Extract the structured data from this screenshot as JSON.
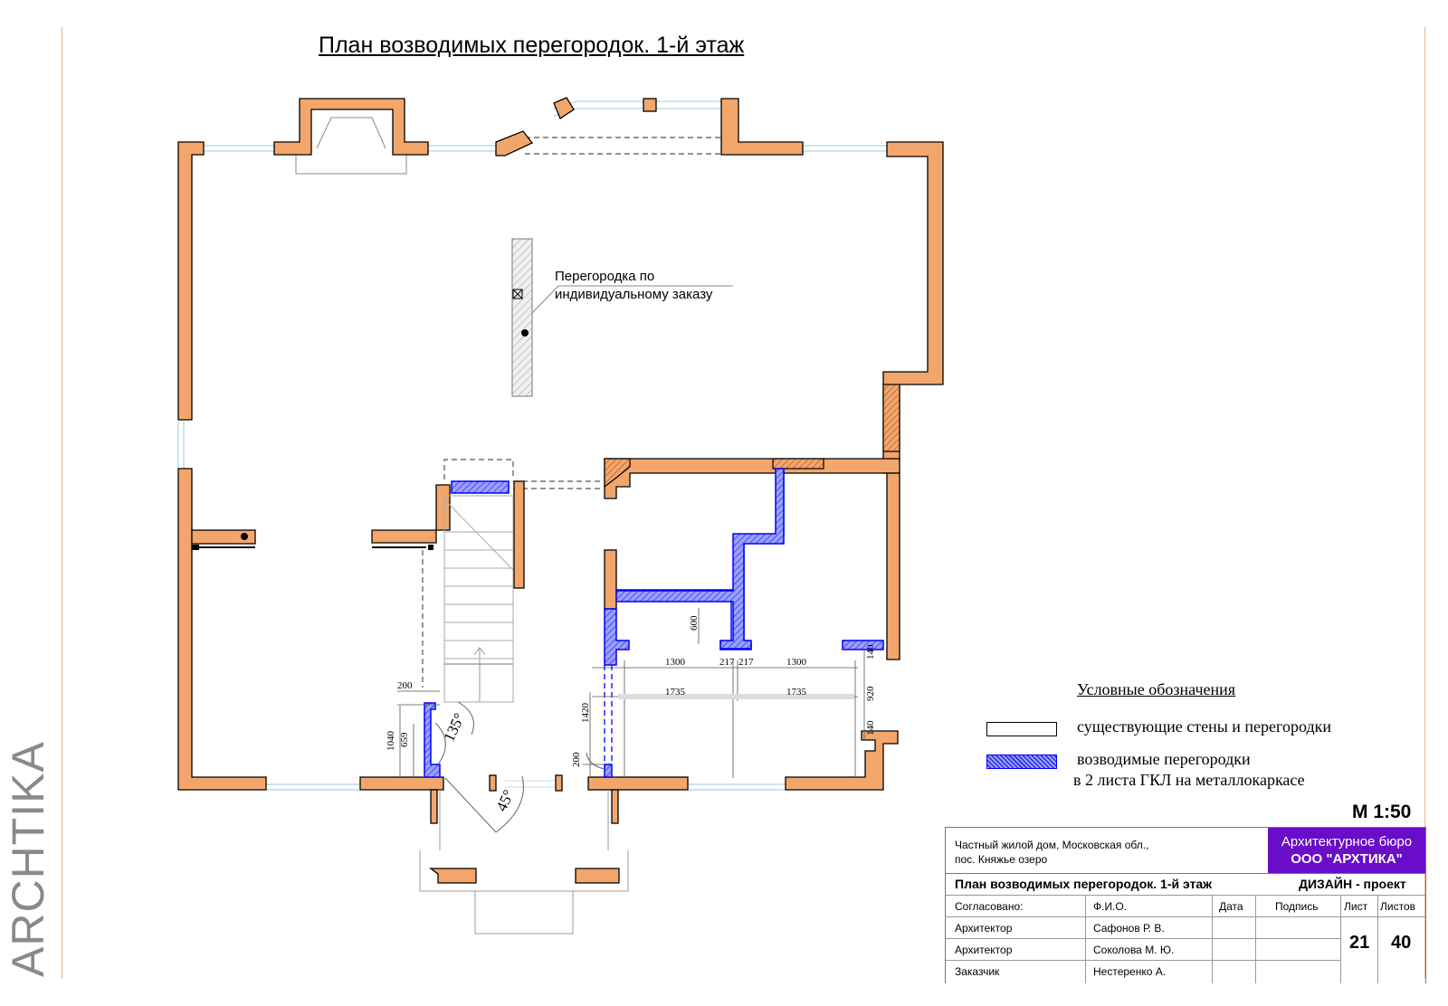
{
  "sheet": {
    "title": "План возводимых перегородок. 1-й этаж",
    "vertical_logo": "ARCHTIKA",
    "scale": "М  1:50"
  },
  "plan": {
    "note_line1": "Перегородка по",
    "note_line2": "индивидуальному заказу",
    "dimensions": {
      "d1300a": "1300",
      "d217a": "217",
      "d217b": "217",
      "d1300b": "1300",
      "d1735a": "1735",
      "d1735b": "1735",
      "d600": "600",
      "d140a": "140",
      "d920": "920",
      "d140b": "140",
      "d200a": "200",
      "d1040": "1040",
      "d659": "659",
      "d1420": "1420",
      "d200b": "200"
    },
    "angles": {
      "a135": "135°",
      "a45": "45°"
    }
  },
  "legend": {
    "title": "Условные обозначения",
    "existing": "существующие стены и перегородки",
    "new_line1": "возводимые перегородки",
    "new_line2": "в 2 листа ГКЛ на металлокаркасе"
  },
  "colors": {
    "wall": "#f2a66b",
    "new_partition": "#0000ff",
    "bureau_bg": "#6a0dc8"
  },
  "title_block": {
    "project_line1": "Частный жилой дом, Московская обл.,",
    "project_line2": "пос. Княжье озеро",
    "bureau_line1": "Архитектурное бюро",
    "bureau_line2": "ООО \"АРХТИКА\"",
    "sheet_name": "План возводимых перегородок. 1-й этаж",
    "stage": "ДИЗАЙН - проект",
    "headers": {
      "agreed": "Согласовано:",
      "name": "Ф.И.О.",
      "date": "Дата",
      "sign": "Подпись",
      "sheet": "Лист",
      "sheets": "Листов"
    },
    "rows": [
      {
        "role": "Архитектор",
        "name": "Сафонов Р. В."
      },
      {
        "role": "Архитектор",
        "name": "Соколова М. Ю."
      },
      {
        "role": "Заказчик",
        "name": "Нестеренко А."
      }
    ],
    "sheet_number": "21",
    "sheet_total": "40"
  }
}
